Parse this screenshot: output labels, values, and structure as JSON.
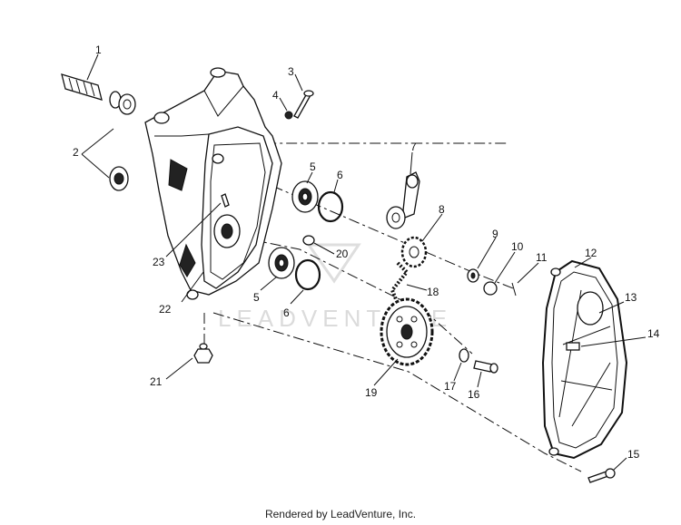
{
  "diagram": {
    "callouts": [
      "1",
      "2",
      "3",
      "4",
      "5",
      "6",
      "7",
      "8",
      "9",
      "10",
      "11",
      "12",
      "13",
      "14",
      "15",
      "16",
      "17",
      "18",
      "19",
      "20",
      "21",
      "22",
      "23"
    ],
    "watermark": "LEADVENTURE"
  },
  "footer": {
    "text": "Rendered by LeadVenture, Inc."
  }
}
